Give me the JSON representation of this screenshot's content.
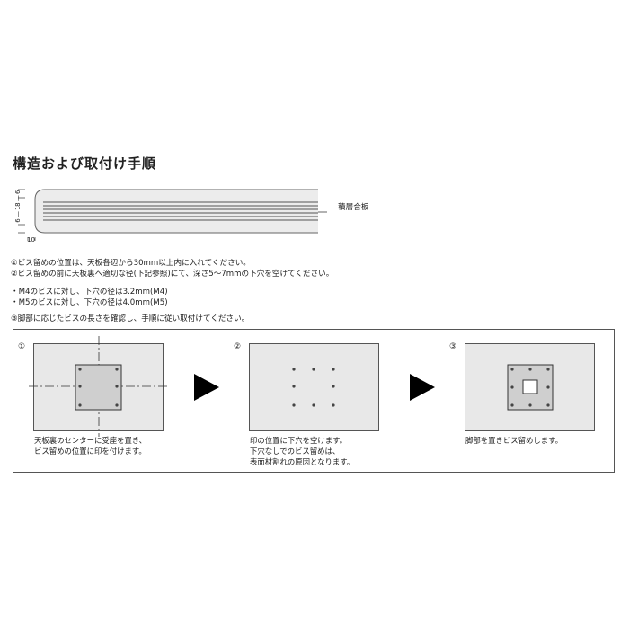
{
  "title": "構造および取付け手順",
  "diagram": {
    "layer_label": "積層合板",
    "dim_vertical": "6 — 18 — 6",
    "dim_horizontal": "10"
  },
  "notes": {
    "line1": "①ビス留めの位置は、天板各辺から30mm以上内に入れてください。",
    "line2": "②ビス留めの前に天板裏へ適切な径(下記参照)にて、深さ5～7mmの下穴を空けてください。",
    "line3": "・M4のビスに対し、下穴の径は3.2mm(M4)",
    "line4": "・M5のビスに対し、下穴の径は4.0mm(M5)",
    "line5": "③脚部に応じたビスの長さを確認し、手順に従い取付けてください。"
  },
  "steps": [
    {
      "num": "①",
      "caption": [
        "天板裏のセンターに受座を置き、",
        "ビス留めの位置に印を付けます。"
      ]
    },
    {
      "num": "②",
      "caption": [
        "印の位置に下穴を空けます。",
        "下穴なしでのビス留めは、",
        "表面材割れの原因となります。"
      ]
    },
    {
      "num": "③",
      "caption": [
        "脚部を置きビス留めします。"
      ]
    }
  ]
}
